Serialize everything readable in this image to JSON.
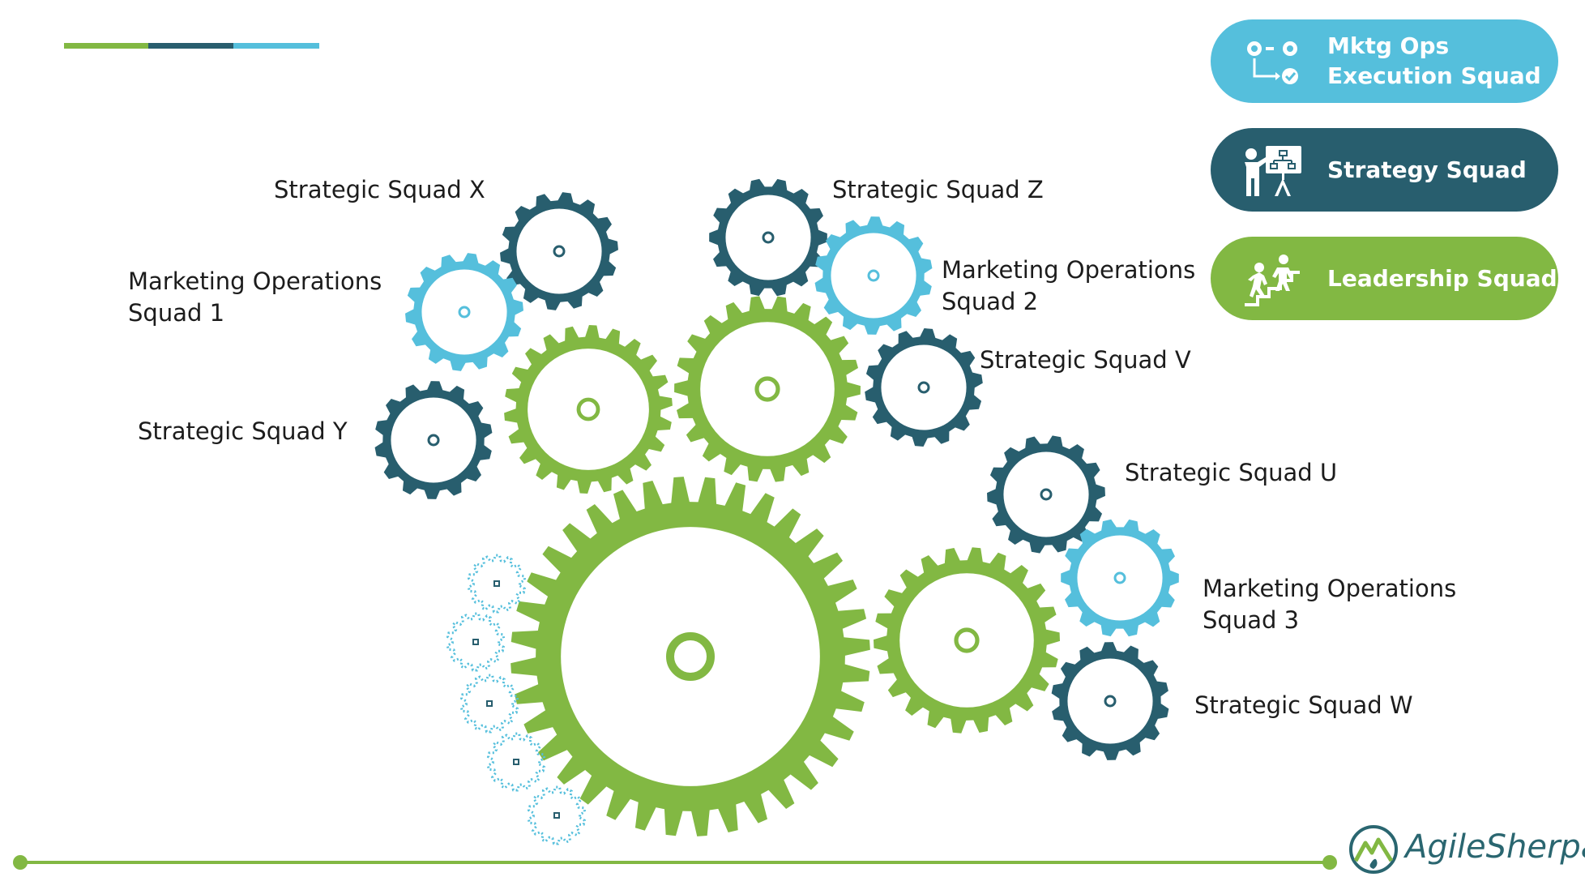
{
  "colors": {
    "green": "#82b843",
    "dark_teal": "#285e6e",
    "light_blue": "#55bfdc"
  },
  "legend": [
    {
      "line1": "Mktg Ops",
      "line2": "Execution Squad",
      "color": "#55bfdc",
      "icon": "gears-workflow-icon"
    },
    {
      "line1": "Strategy Squad",
      "line2": "",
      "color": "#285e6e",
      "icon": "presenter-board-icon"
    },
    {
      "line1": "Leadership Squad",
      "line2": "",
      "color": "#82b843",
      "icon": "climbing-stairs-icon"
    }
  ],
  "labels": {
    "squad_x": "Strategic Squad X",
    "squad_z": "Strategic Squad Z",
    "mo1_line1": "Marketing Operations",
    "mo1_line2": "Squad 1",
    "mo2_line1": "Marketing Operations",
    "mo2_line2": "Squad 2",
    "squad_v": "Strategic Squad V",
    "squad_y": "Strategic Squad Y",
    "squad_u": "Strategic Squad U",
    "mo3_line1": "Marketing Operations",
    "mo3_line2": "Squad 3",
    "squad_w": "Strategic Squad W"
  },
  "logo": {
    "part1": "Agile",
    "part2": "Sherpas"
  }
}
